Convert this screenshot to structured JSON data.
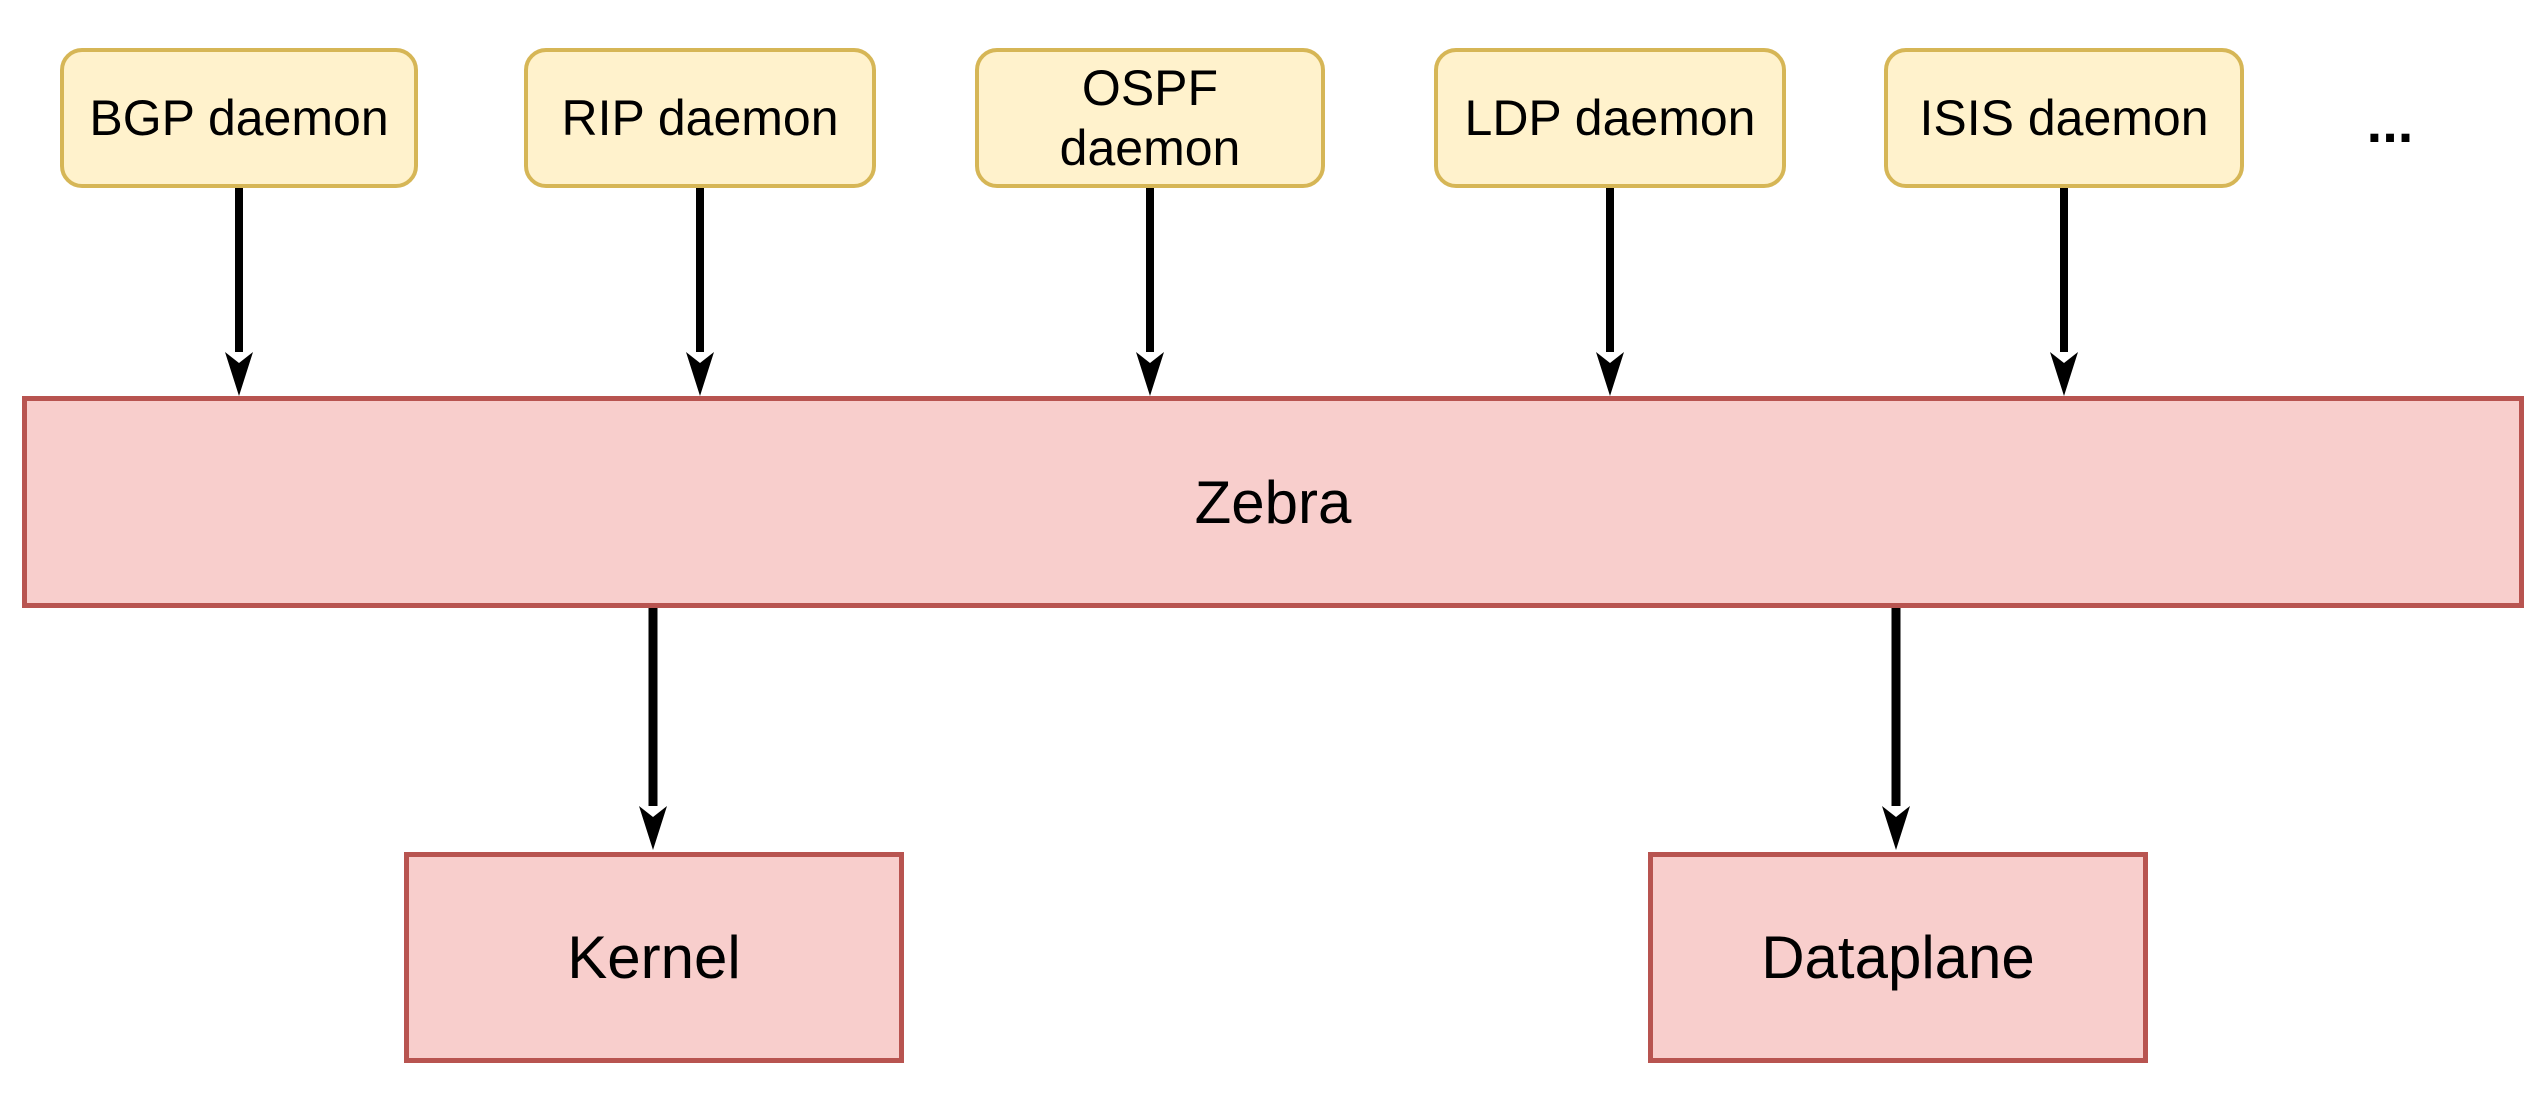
{
  "diagram": {
    "daemons": [
      {
        "id": "bgp",
        "label": "BGP daemon"
      },
      {
        "id": "rip",
        "label": "RIP daemon"
      },
      {
        "id": "ospf",
        "label": "OSPF\ndaemon"
      },
      {
        "id": "ldp",
        "label": "LDP daemon"
      },
      {
        "id": "isis",
        "label": "ISIS daemon"
      }
    ],
    "ellipsis": "...",
    "zebra": {
      "label": "Zebra"
    },
    "kernel": {
      "label": "Kernel"
    },
    "dataplane": {
      "label": "Dataplane"
    },
    "edges": [
      {
        "from": "BGP daemon",
        "to": "Zebra"
      },
      {
        "from": "RIP daemon",
        "to": "Zebra"
      },
      {
        "from": "OSPF daemon",
        "to": "Zebra"
      },
      {
        "from": "LDP daemon",
        "to": "Zebra"
      },
      {
        "from": "ISIS daemon",
        "to": "Zebra"
      },
      {
        "from": "Zebra",
        "to": "Kernel"
      },
      {
        "from": "Zebra",
        "to": "Dataplane"
      }
    ],
    "colors": {
      "daemon_fill": "#FFF2CC",
      "daemon_border": "#D6B656",
      "core_fill": "#F8CECC",
      "core_border": "#B85450",
      "arrow": "#000000",
      "text": "#000000",
      "background": "#FFFFFF"
    }
  }
}
